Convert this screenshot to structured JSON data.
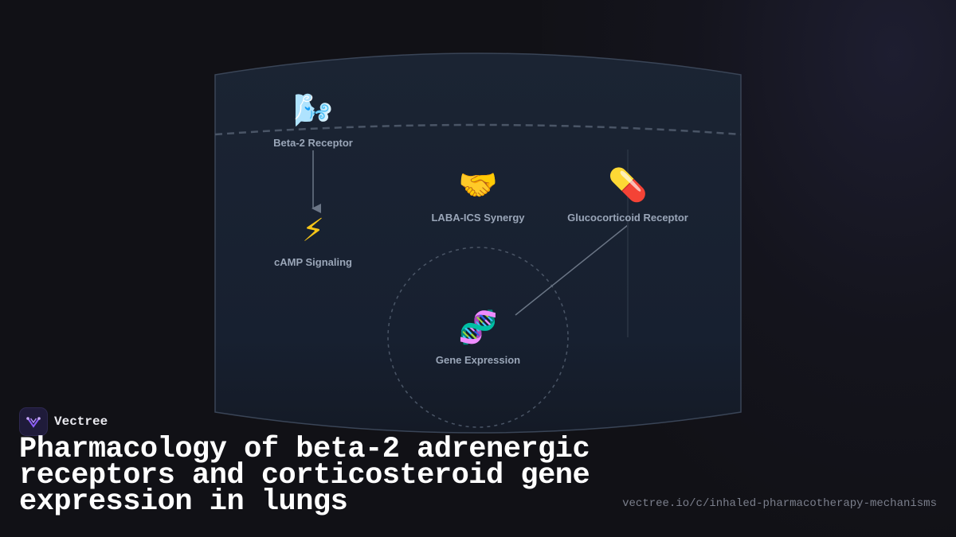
{
  "brand": {
    "name": "Vectree"
  },
  "title": "Pharmacology of beta-2 adrenergic receptors and corticosteroid gene expression in lungs",
  "url": "vectree.io/c/inhaled-pharmacotherapy-mechanisms",
  "colors": {
    "background": "#111116",
    "panel": "#1a2230",
    "label": "#9aa6b8",
    "connector": "#6b7686",
    "accent": "#8b5cf6"
  },
  "diagram": {
    "nodes": [
      {
        "id": "beta2",
        "icon": "inhaler-icon",
        "emoji": "🌬️",
        "label": "Beta-2 Receptor"
      },
      {
        "id": "camp",
        "icon": "lightning-icon",
        "emoji": "⚡",
        "label": "cAMP Signaling"
      },
      {
        "id": "synergy",
        "icon": "handshake-icon",
        "emoji": "🤝",
        "label": "LABA-ICS Synergy"
      },
      {
        "id": "gluco",
        "icon": "pill-icon",
        "emoji": "💊",
        "label": "Glucocorticoid Receptor"
      },
      {
        "id": "gene",
        "icon": "dna-icon",
        "emoji": "🧬",
        "label": "Gene Expression"
      }
    ]
  }
}
